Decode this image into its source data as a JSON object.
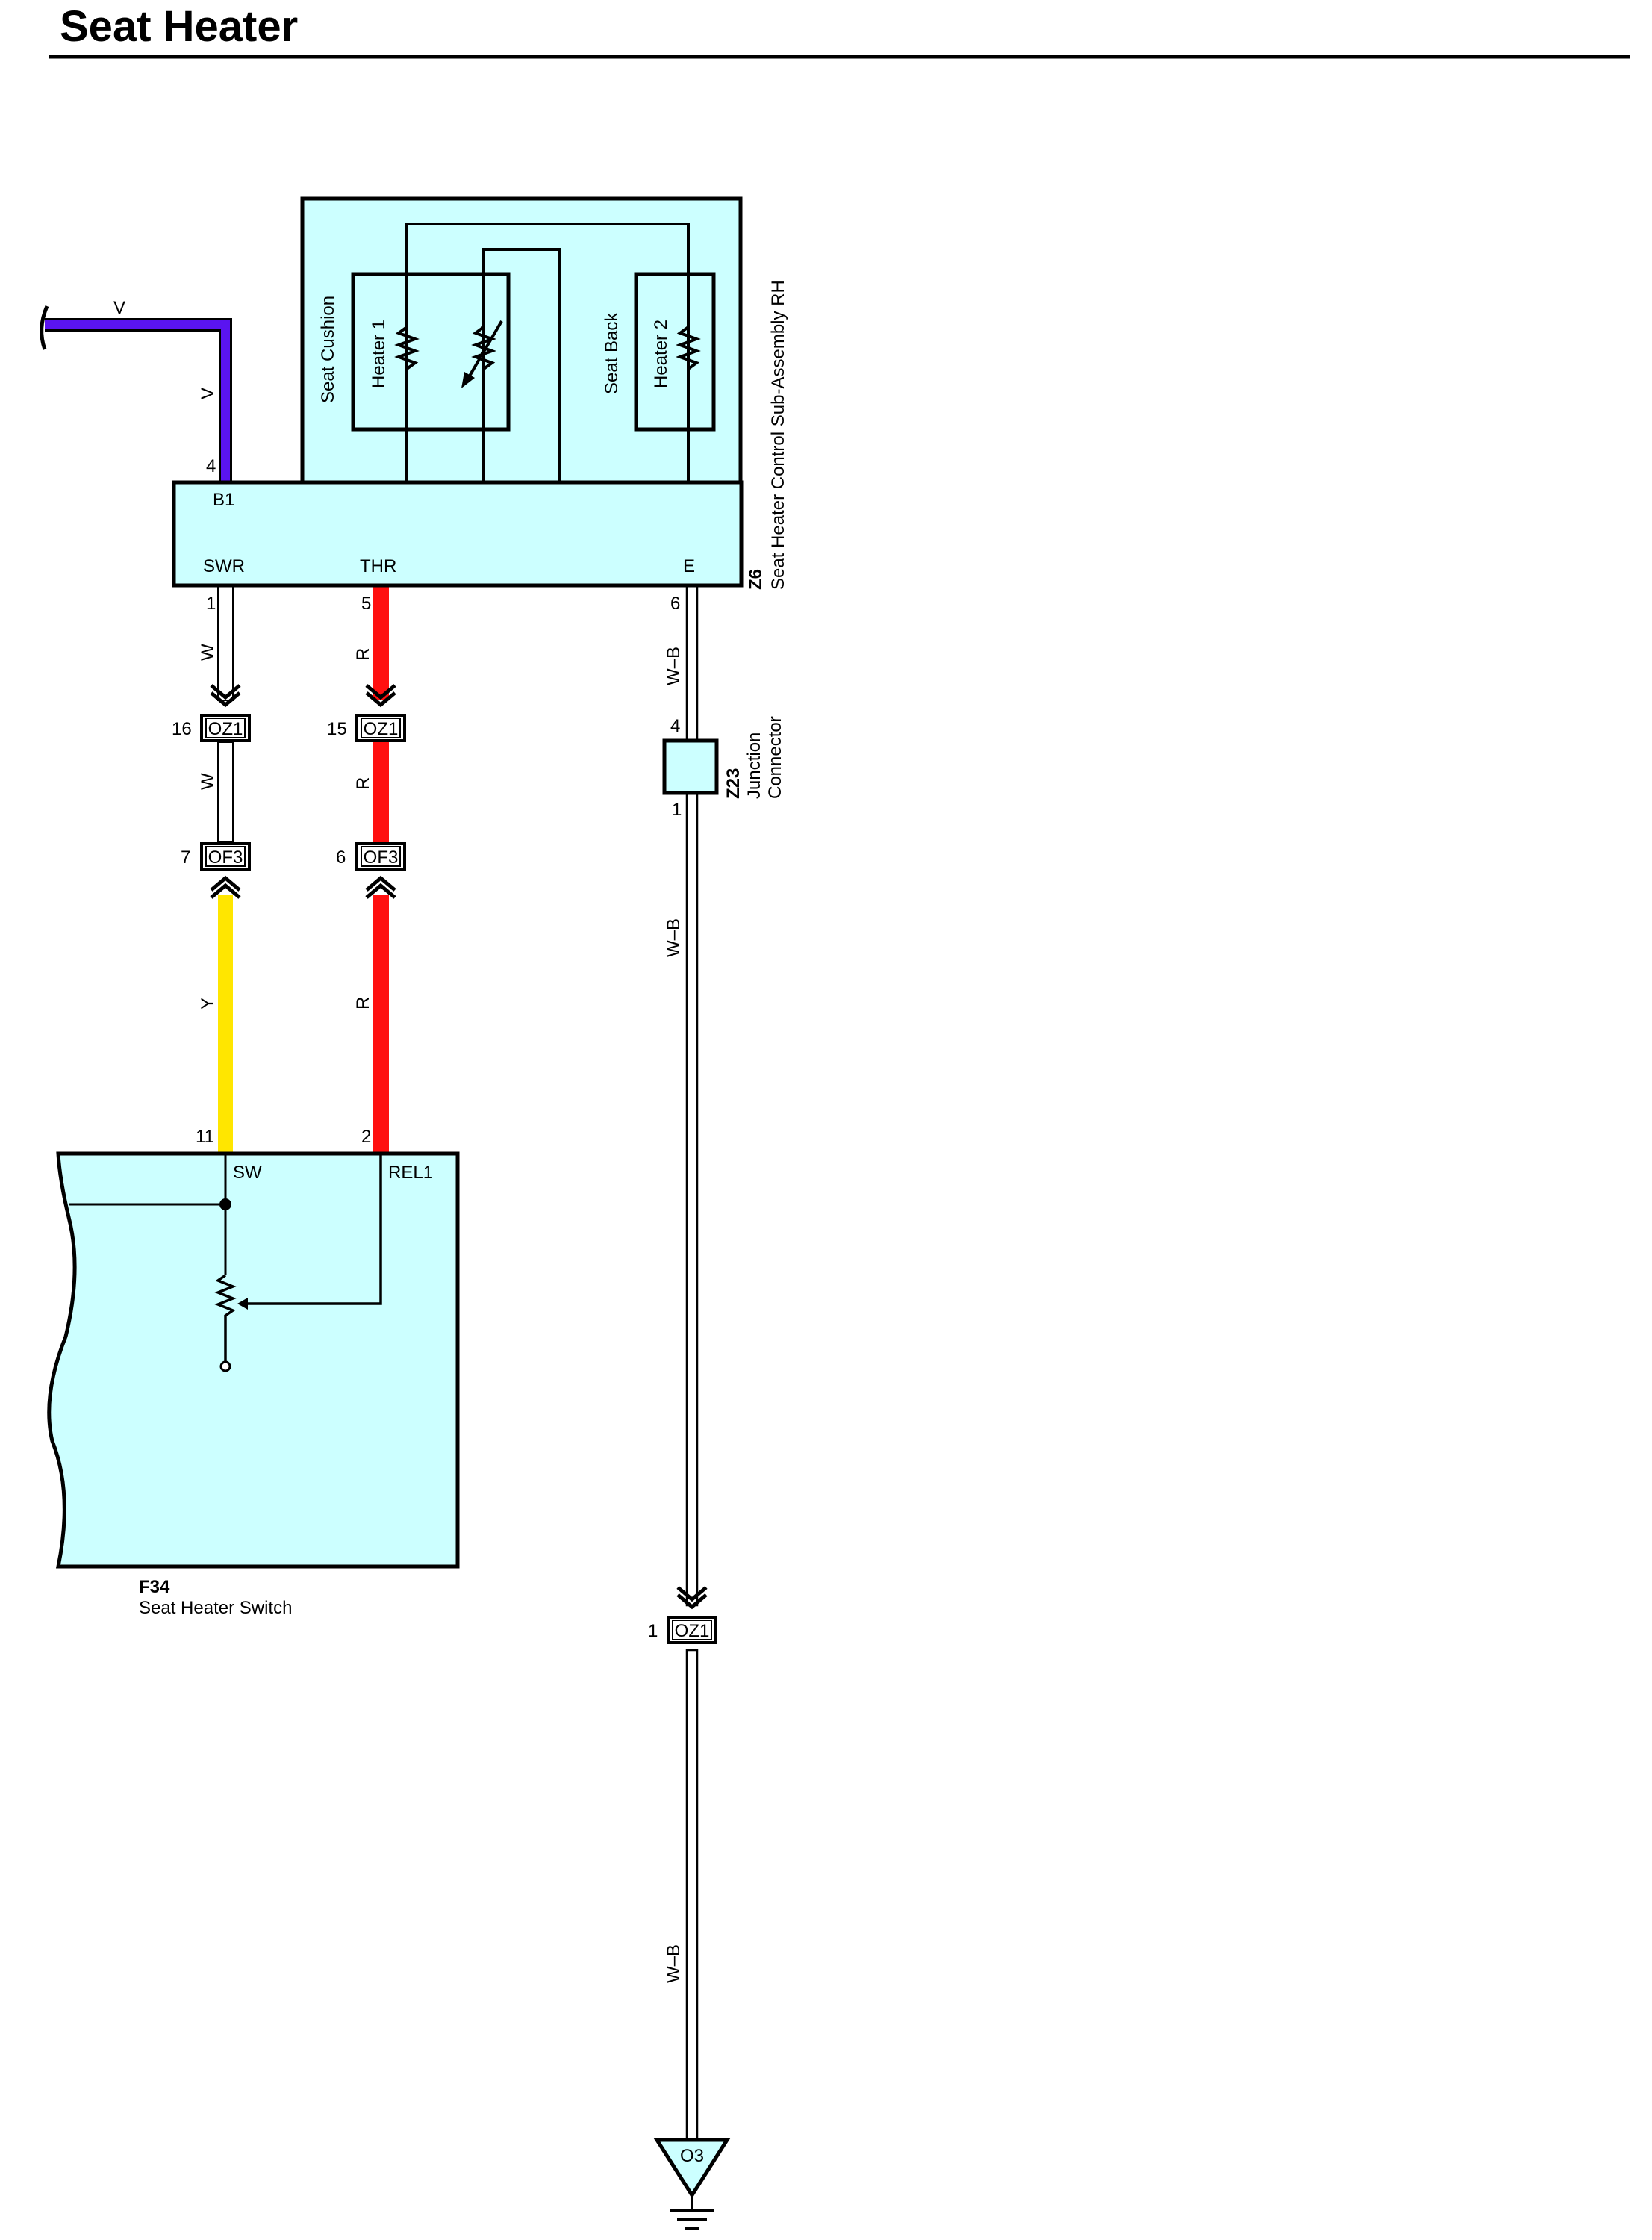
{
  "title": "Seat Heater",
  "colors": {
    "fill": "#ccffff",
    "violet": "#5a14f0",
    "red": "#ff1010",
    "yellow": "#ffe600",
    "wire_white": "#ffffff"
  },
  "z6": {
    "id": "Z6",
    "name": "Seat Heater Control Sub-Assembly RH",
    "cushion_label": "Seat Cushion",
    "back_label": "Seat Back",
    "heater1": "Heater 1",
    "heater2": "Heater 2",
    "pin_b1": "B1",
    "pin_swr": "SWR",
    "pin_thr": "THR",
    "pin_e": "E"
  },
  "f34": {
    "id": "F34",
    "name": "Seat Heater Switch",
    "pin_sw": "SW",
    "pin_rel1": "REL1"
  },
  "z23": {
    "id": "Z23",
    "name_line1": "Junction",
    "name_line2": "Connector",
    "pin_top": "4",
    "pin_bottom": "1"
  },
  "ground": {
    "id": "O3"
  },
  "wires": {
    "v_top": "V",
    "v_side": "V",
    "w1": "W",
    "w2": "W",
    "y": "Y",
    "r1": "R",
    "r2": "R",
    "r3": "R",
    "wb1": "W–B",
    "wb2": "W–B",
    "wb3": "W–B"
  },
  "pins": {
    "b1": "4",
    "swr": "1",
    "thr": "5",
    "e": "6",
    "sw": "11",
    "rel1": "2",
    "oz1_w": "16",
    "oz1_r": "15",
    "of3_w": "7",
    "of3_r": "6",
    "oz1_g": "1"
  },
  "connectors": {
    "oz1_a": "OZ1",
    "oz1_b": "OZ1",
    "of3_a": "OF3",
    "of3_b": "OF3",
    "oz1_c": "OZ1"
  }
}
